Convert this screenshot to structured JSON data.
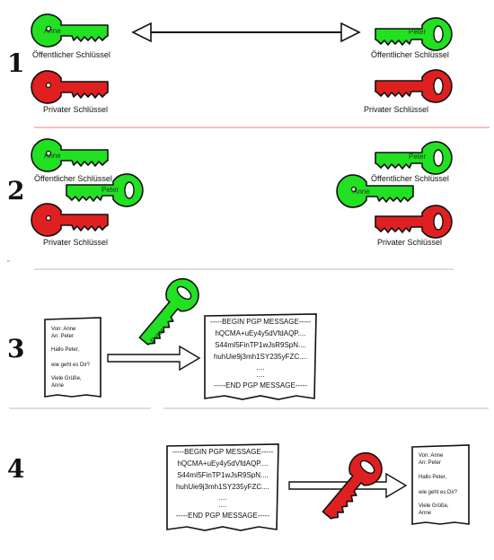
{
  "section_numbers": [
    "1",
    "2",
    "3",
    "4"
  ],
  "labels": {
    "public_key": "Öffentlicher Schlüssel",
    "private_key": "Privater Schlüssel"
  },
  "key_owner_left": "Anne",
  "key_owner_right": "Peter",
  "letter": {
    "from": "Von: Anne",
    "to": "An: Peter",
    "greeting": "Hallo Peter,",
    "body": "wie geht es Dir?",
    "closing": "Viele Grüße,",
    "signature": "Anne"
  },
  "pgp_message": {
    "begin": "-----BEGIN PGP MESSAGE-----",
    "line1": "hQCMA+uEy4y5dVfdAQP....",
    "line2": "S44mI5FinTP1wJsR9SpN....",
    "line3": "huhUie9j3mh1SY235yFZC....",
    "dots1": "....",
    "dots2": "....",
    "end": "-----END PGP MESSAGE-----"
  },
  "colors": {
    "green_key": "#22e022",
    "red_key": "#e02020",
    "outline": "#111111",
    "separator_red": "#f08080",
    "separator_gray": "#bdbdbd"
  }
}
